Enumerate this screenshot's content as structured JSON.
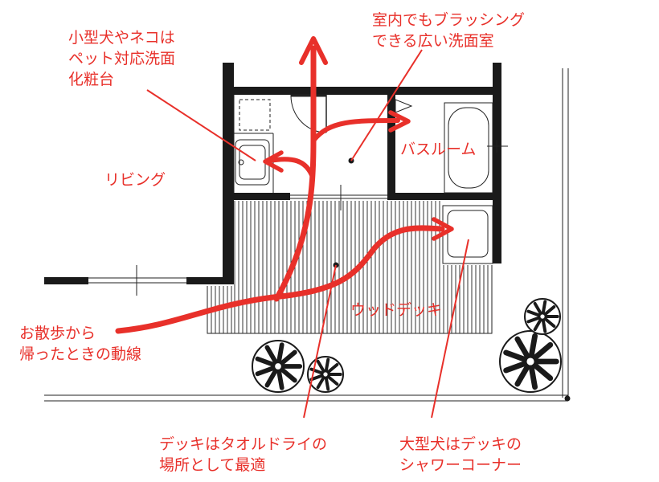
{
  "annotations": {
    "small_pet_vanity": [
      "小型犬やネコは",
      "ペット対応洗面",
      "化粧台"
    ],
    "indoor_brushing": [
      "室内でもブラッシング",
      "できる広い洗面室"
    ],
    "living": "リビング",
    "bathroom": "バスルーム",
    "wood_deck": "ウッドデッキ",
    "walk_return": [
      "お散歩から",
      "帰ったときの動線"
    ],
    "deck_towel": [
      "デッキはタオルドライの",
      "場所として最適"
    ],
    "large_dog_shower": [
      "大型犬はデッキの",
      "シャワーコーナー"
    ]
  },
  "colors": {
    "accent": "#e8302a",
    "line": "#1a1a1a"
  }
}
